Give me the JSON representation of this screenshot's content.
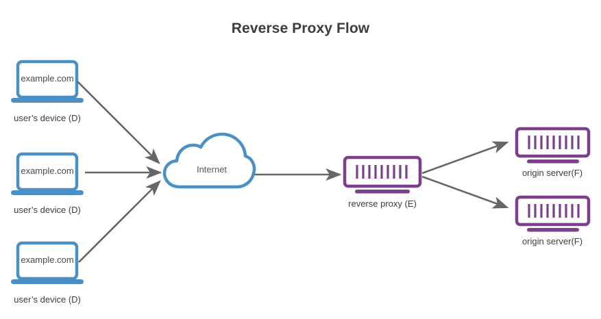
{
  "diagram": {
    "title": "Reverse Proxy Flow",
    "type": "network-flow-diagram"
  },
  "colors": {
    "client_blue": "#4a90c4",
    "server_purple": "#7b3f8c",
    "arrow_gray": "#666666",
    "title_text": "#3c3c3c",
    "label_text": "#3c3c3c",
    "body_text": "#4a4a4a",
    "background": "#ffffff"
  },
  "clients": [
    {
      "id": "client-1",
      "screen_text": "example.com",
      "caption": "user’s device (D)",
      "icon": "laptop-icon"
    },
    {
      "id": "client-2",
      "screen_text": "example.com",
      "caption": "user’s device (D)",
      "icon": "laptop-icon"
    },
    {
      "id": "client-3",
      "screen_text": "example.com",
      "caption": "user’s device (D)",
      "icon": "laptop-icon"
    }
  ],
  "internet": {
    "id": "internet-cloud",
    "label": "Internet",
    "icon": "cloud-icon"
  },
  "proxy": {
    "id": "reverse-proxy",
    "caption": "reverse proxy (E)",
    "icon": "server-icon",
    "bar_count": 9
  },
  "origins": [
    {
      "id": "origin-1",
      "caption": "origin server(F)",
      "icon": "server-icon",
      "bar_count": 9
    },
    {
      "id": "origin-2",
      "caption": "origin server(F)",
      "icon": "server-icon",
      "bar_count": 9
    }
  ],
  "flows": [
    {
      "from": "client-1",
      "to": "internet-cloud",
      "direction": "forward"
    },
    {
      "from": "client-2",
      "to": "internet-cloud",
      "direction": "forward"
    },
    {
      "from": "client-3",
      "to": "internet-cloud",
      "direction": "forward"
    },
    {
      "from": "internet-cloud",
      "to": "reverse-proxy",
      "direction": "forward"
    },
    {
      "from": "reverse-proxy",
      "to": "origin-1",
      "direction": "forward"
    },
    {
      "from": "reverse-proxy",
      "to": "origin-2",
      "direction": "forward"
    }
  ]
}
